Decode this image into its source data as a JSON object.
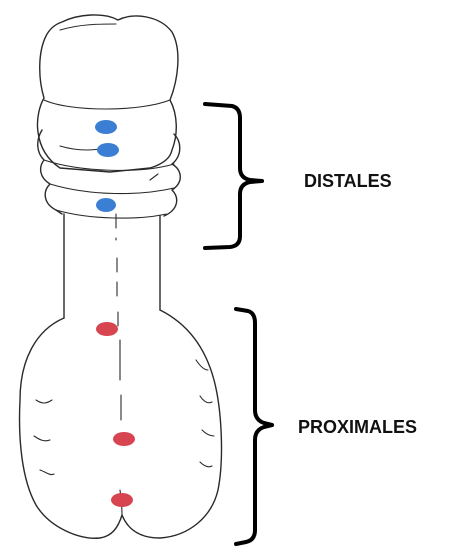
{
  "labels": {
    "distal": "DISTALES",
    "proximal": "PROXIMALES"
  },
  "colors": {
    "distal_marker": "#3b7fd4",
    "proximal_marker": "#d64550",
    "outline": "#2a2a2a",
    "bracket": "#000000"
  },
  "marker_groups": [
    {
      "group": "distal",
      "count": 3
    },
    {
      "group": "proximal",
      "count": 3
    }
  ]
}
